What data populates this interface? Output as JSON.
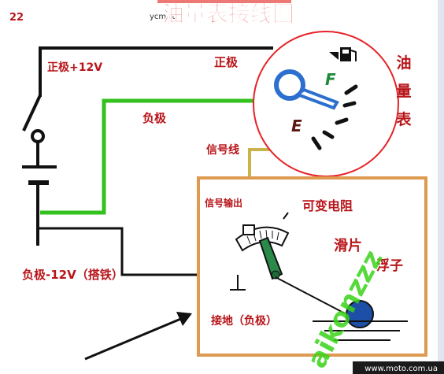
{
  "page": {
    "number": "22",
    "header_text": "ycm.ru",
    "title": "油量表接线图",
    "footer_url": "www.moto.com.ua",
    "watermark": "aikonzzz"
  },
  "labels": {
    "positive_12v": "正极+12V",
    "positive": "正极",
    "negative": "负极",
    "signal_wire": "信号线",
    "negative_12v": "负极-12V（搭铁）",
    "signal_output": "信号输出",
    "variable_resistor": "可变电阻",
    "slider": "滑片",
    "float": "浮子",
    "ground": "接地（负极）",
    "gauge_full": "F",
    "gauge_empty": "E"
  },
  "gauge_label_chars": [
    "油",
    "量",
    "表"
  ],
  "colors": {
    "title_red": "#e0201a",
    "label_red": "#b8151a",
    "green_wire": "#33c21d",
    "yellow_wire": "#c8b44a",
    "black_wire": "#111111",
    "sender_box": "#dd9a50",
    "gauge_ring": "#e62228",
    "needle_blue": "#2d6fcf",
    "f_green": "#1f8a3a",
    "e_dark_red": "#5a1a12",
    "float_blue": "#1e4fa6",
    "watermark_green": "#3ad31a",
    "footer_bg": "#1b1b1b"
  },
  "icons": [
    "fuel-pump-icon",
    "switch-symbol",
    "battery-symbol",
    "ground-symbol",
    "arrow-icon"
  ]
}
